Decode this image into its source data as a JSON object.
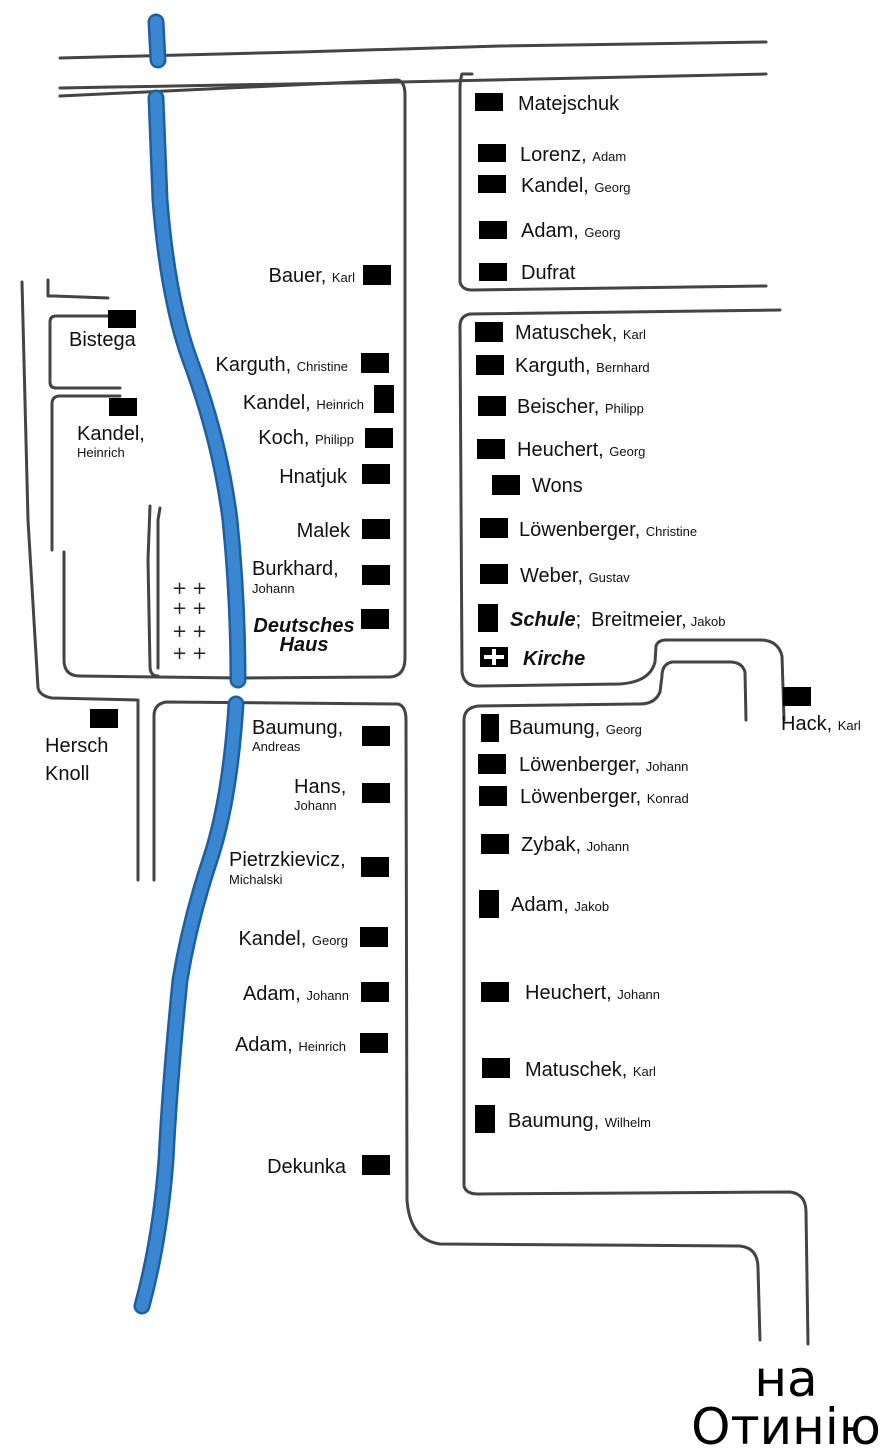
{
  "labels": {
    "matejschuk": "Matejschuk",
    "lorenz": "Lorenz,",
    "lorenz_first": "Adam",
    "kandel_georg_top": "Kandel,",
    "kandel_georg_top_first": "Georg",
    "adam_georg": "Adam,",
    "adam_georg_first": "Georg",
    "dufrat": "Dufrat",
    "bauer": "Bauer,",
    "bauer_first": "Karl",
    "bistega": "Bistega",
    "kandel_heinrich_left": "Kandel,",
    "kandel_heinrich_left_first": "Heinrich",
    "karguth_christine": "Karguth,",
    "karguth_christine_first": "Christine",
    "kandel_heinrich": "Kandel,",
    "kandel_heinrich_first": "Heinrich",
    "koch": "Koch,",
    "koch_first": "Philipp",
    "hnatjuk": "Hnatjuk",
    "malek": "Malek",
    "burkhard": "Burkhard,",
    "burkhard_first": "Johann",
    "deutsches_haus_1": "Deutsches",
    "deutsches_haus_2": "Haus",
    "matuschek_karl_top": "Matuschek,",
    "matuschek_karl_top_first": "Karl",
    "karguth_bernhard": "Karguth,",
    "karguth_bernhard_first": "Bernhard",
    "beischer": "Beischer,",
    "beischer_first": "Philipp",
    "heuchert_georg": "Heuchert,",
    "heuchert_georg_first": "Georg",
    "wons": "Wons",
    "loewenberger_christine": "Löwenberger,",
    "loewenberger_christine_first": "Christine",
    "weber": "Weber,",
    "weber_first": "Gustav",
    "schule": "Schule",
    "schule_sep": ";",
    "breitmeier": "Breitmeier,",
    "breitmeier_first": "Jakob",
    "kirche": "Kirche",
    "hack": "Hack,",
    "hack_first": "Karl",
    "hersch": "Hersch",
    "knoll": "Knoll",
    "baumung_andreas": "Baumung,",
    "baumung_andreas_first": "Andreas",
    "hans": "Hans,",
    "hans_first": "Johann",
    "pietrzkievicz": "Pietrzkievicz,",
    "pietrzkievicz_first": "Michalski",
    "kandel_georg": "Kandel,",
    "kandel_georg_first": "Georg",
    "adam_johann": "Adam,",
    "adam_johann_first": "Johann",
    "adam_heinrich": "Adam,",
    "adam_heinrich_first": "Heinrich",
    "dekunka": "Dekunka",
    "baumung_georg": "Baumung,",
    "baumung_georg_first": "Georg",
    "loewenberger_johann": "Löwenberger,",
    "loewenberger_johann_first": "Johann",
    "loewenberger_konrad": "Löwenberger,",
    "loewenberger_konrad_first": "Konrad",
    "zybak": "Zybak,",
    "zybak_first": "Johann",
    "adam_jakob": "Adam,",
    "adam_jakob_first": "Jakob",
    "heuchert_johann": "Heuchert,",
    "heuchert_johann_first": "Johann",
    "matuschek_karl": "Matuschek,",
    "matuschek_karl_first": "Karl",
    "baumung_wilhelm": "Baumung,",
    "baumung_wilhelm_first": "Wilhelm",
    "to_1": "на",
    "to_2": "Отинію"
  },
  "colors": {
    "river": "#3a86d0",
    "river_edge": "#1d5fa0",
    "road": "#444444",
    "house": "#000000"
  },
  "icons": {
    "cemetery": "grave-cross-icon",
    "church": "church-cross-icon"
  }
}
